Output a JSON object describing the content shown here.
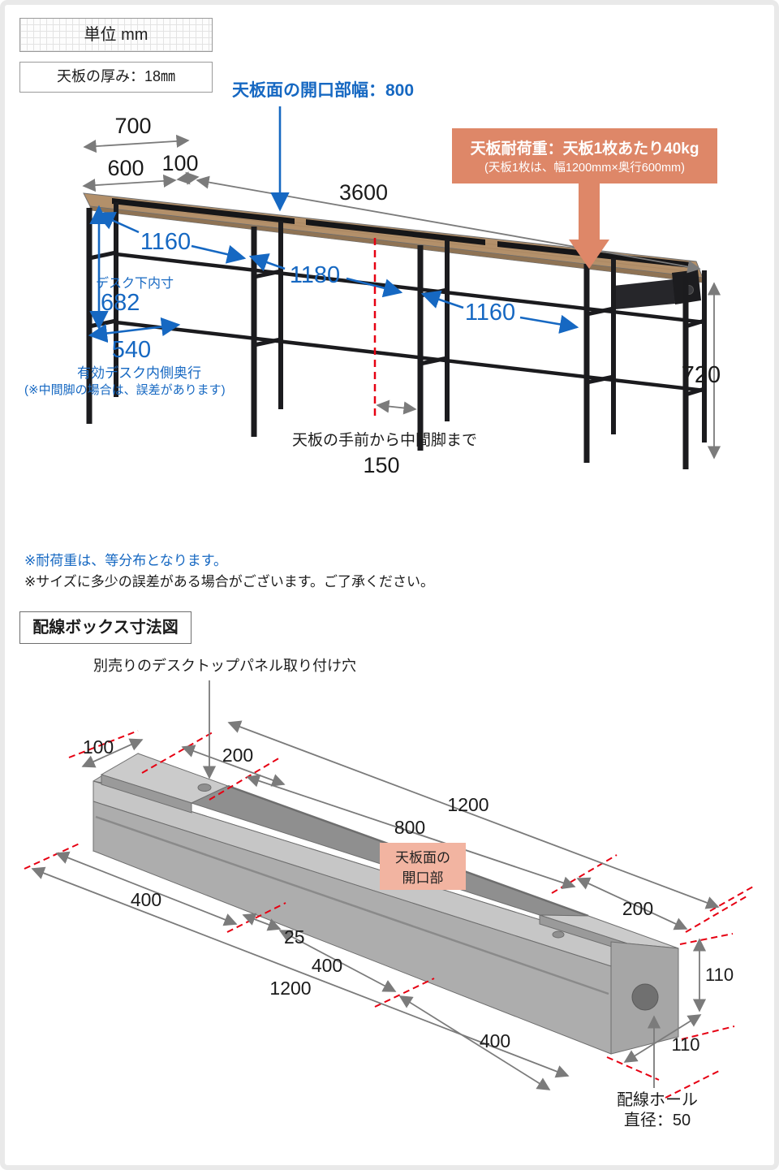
{
  "top": {
    "unit": "単位 mm",
    "thickness": "天板の厚み：18㎜",
    "opening_title": "天板面の開口部幅：800",
    "load": {
      "l1": "天板耐荷重：天板1枚あたり40kg",
      "l2": "(天板1枚は、幅1200mm×奥行600mm)"
    },
    "dims": {
      "w700": "700",
      "w600": "600",
      "w100": "100",
      "w3600": "3600",
      "bay1": "1160",
      "bay2": "1180",
      "bay3": "1160",
      "under_label": "デスク下内寸",
      "under": "682",
      "depth": "540",
      "depth_label": "有効デスク内側奥行",
      "depth_note": "(※中間脚の場合は、誤差があります)",
      "height": "720",
      "mid_label": "天板の手前から中間脚まで",
      "mid": "150"
    }
  },
  "notes": {
    "n1": "※耐荷重は、等分布となります。",
    "n2": "※サイズに多少の誤差がある場合がございます。ご了承ください。"
  },
  "bottom": {
    "title": "配線ボックス寸法図",
    "panel_hole": "別売りのデスクトップパネル取り付け穴",
    "opening": {
      "l1": "天板面の",
      "l2": "開口部"
    },
    "hole": {
      "l1": "配線ホール",
      "l2": "直径：50"
    },
    "dims": {
      "a100": "100",
      "a200": "200",
      "a1200": "1200",
      "a800": "800",
      "b200": "200",
      "a400": "400",
      "a25": "25",
      "b400": "400",
      "b1200": "1200",
      "c400": "400",
      "h110": "110",
      "w110": "110"
    }
  },
  "colors": {
    "accent_blue": "#1668c2",
    "warning_red": "#e60012",
    "callout_salmon": "#de8768",
    "opening_salmon": "#f2b4a1",
    "wood": "#b3906a",
    "metal": "#1b1b1e"
  }
}
